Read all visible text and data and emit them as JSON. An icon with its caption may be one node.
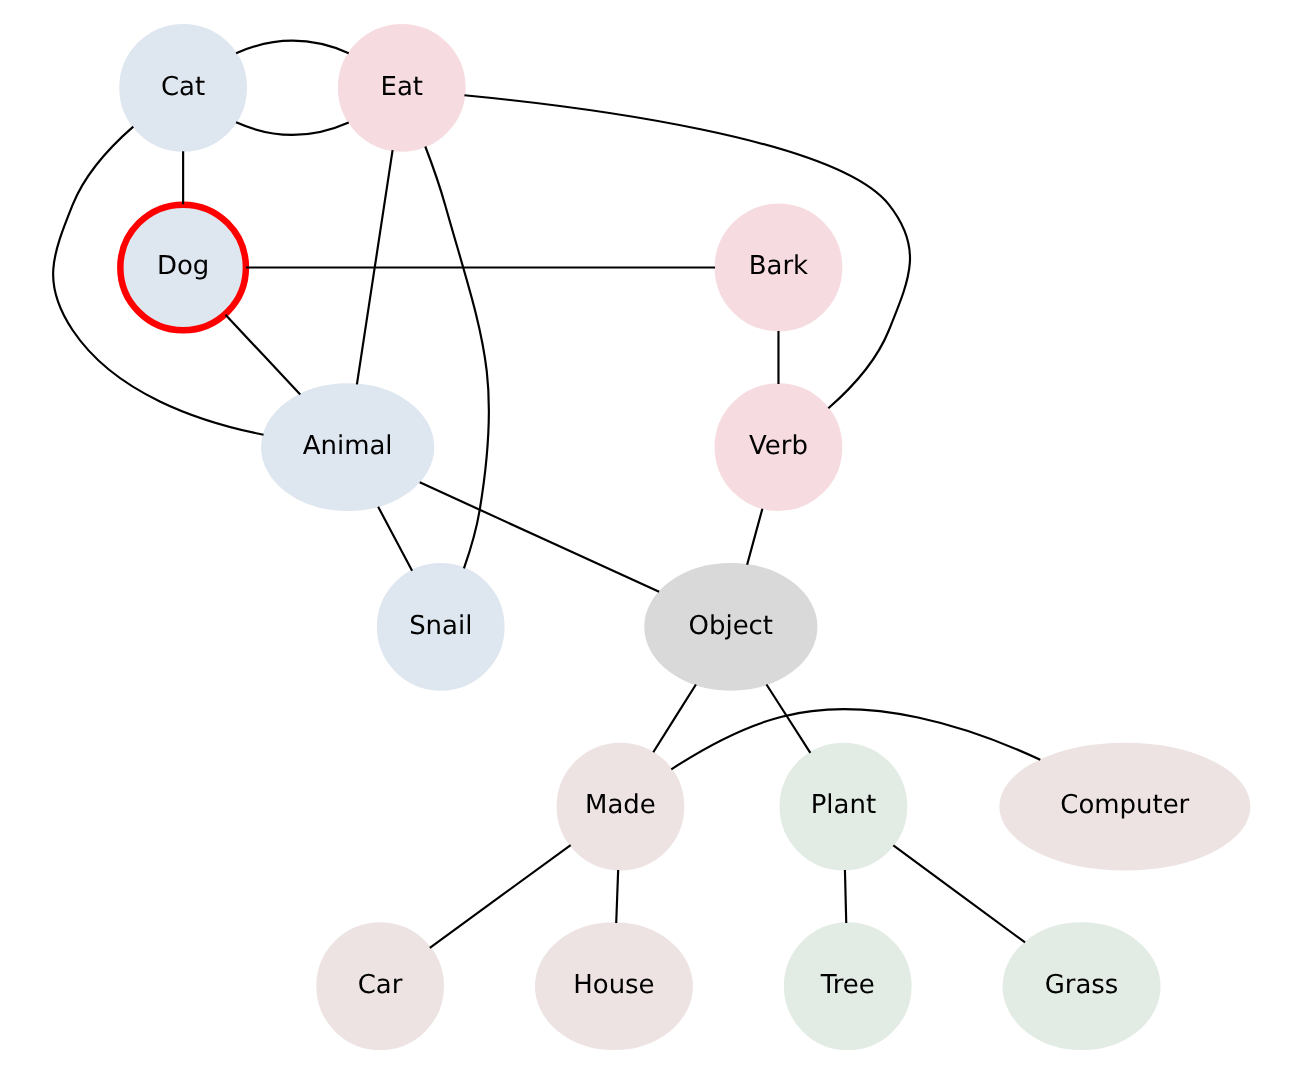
{
  "diagram": {
    "nodes": [
      {
        "text": [
          "Eat"
        ]
      },
      {
        "text": [
          "Cat"
        ]
      },
      {
        "text": [
          "Bark"
        ]
      },
      {
        "text": [
          "Dog"
        ]
      },
      {
        "text": [
          "Animal"
        ]
      },
      {
        "text": [
          "Verb"
        ]
      },
      {
        "text": [
          "Snail"
        ]
      },
      {
        "text": [
          "Object"
        ]
      },
      {
        "text": [
          "Computer"
        ]
      },
      {
        "text": [
          "Plant"
        ]
      },
      {
        "text": [
          "Made"
        ]
      },
      {
        "text": [
          "Tree"
        ]
      },
      {
        "text": [
          "Car"
        ]
      },
      {
        "text": [
          "Grass"
        ]
      },
      {
        "text": [
          "House"
        ]
      }
    ],
    "edges": [
      {
        "from": 1,
        "to": 0,
        "arrow": "none"
      },
      {
        "from": 1,
        "to": 0,
        "arrow": "none"
      },
      {
        "from": 3,
        "to": 1,
        "arrow": "none"
      },
      {
        "from": 3,
        "to": 2,
        "arrow": "none"
      },
      {
        "from": 3,
        "to": 4,
        "arrow": "none"
      },
      {
        "from": 1,
        "to": 4,
        "arrow": "none"
      },
      {
        "from": 4,
        "to": 0,
        "arrow": "none"
      },
      {
        "from": 6,
        "to": 0,
        "arrow": "none"
      },
      {
        "from": 6,
        "to": 4,
        "arrow": "none"
      },
      {
        "from": 4,
        "to": 7,
        "arrow": "none"
      },
      {
        "from": 0,
        "to": 5,
        "arrow": "none"
      },
      {
        "from": 2,
        "to": 5,
        "arrow": "none"
      },
      {
        "from": 5,
        "to": 7,
        "arrow": "none"
      },
      {
        "from": 7,
        "to": 9,
        "arrow": "none"
      },
      {
        "from": 7,
        "to": 10,
        "arrow": "none"
      },
      {
        "from": 9,
        "to": 11,
        "arrow": "none"
      },
      {
        "from": 9,
        "to": 13,
        "arrow": "none"
      },
      {
        "from": 10,
        "to": 8,
        "arrow": "none"
      },
      {
        "from": 10,
        "to": 12,
        "arrow": "none"
      },
      {
        "from": 10,
        "to": 14,
        "arrow": "none"
      }
    ]
  }
}
